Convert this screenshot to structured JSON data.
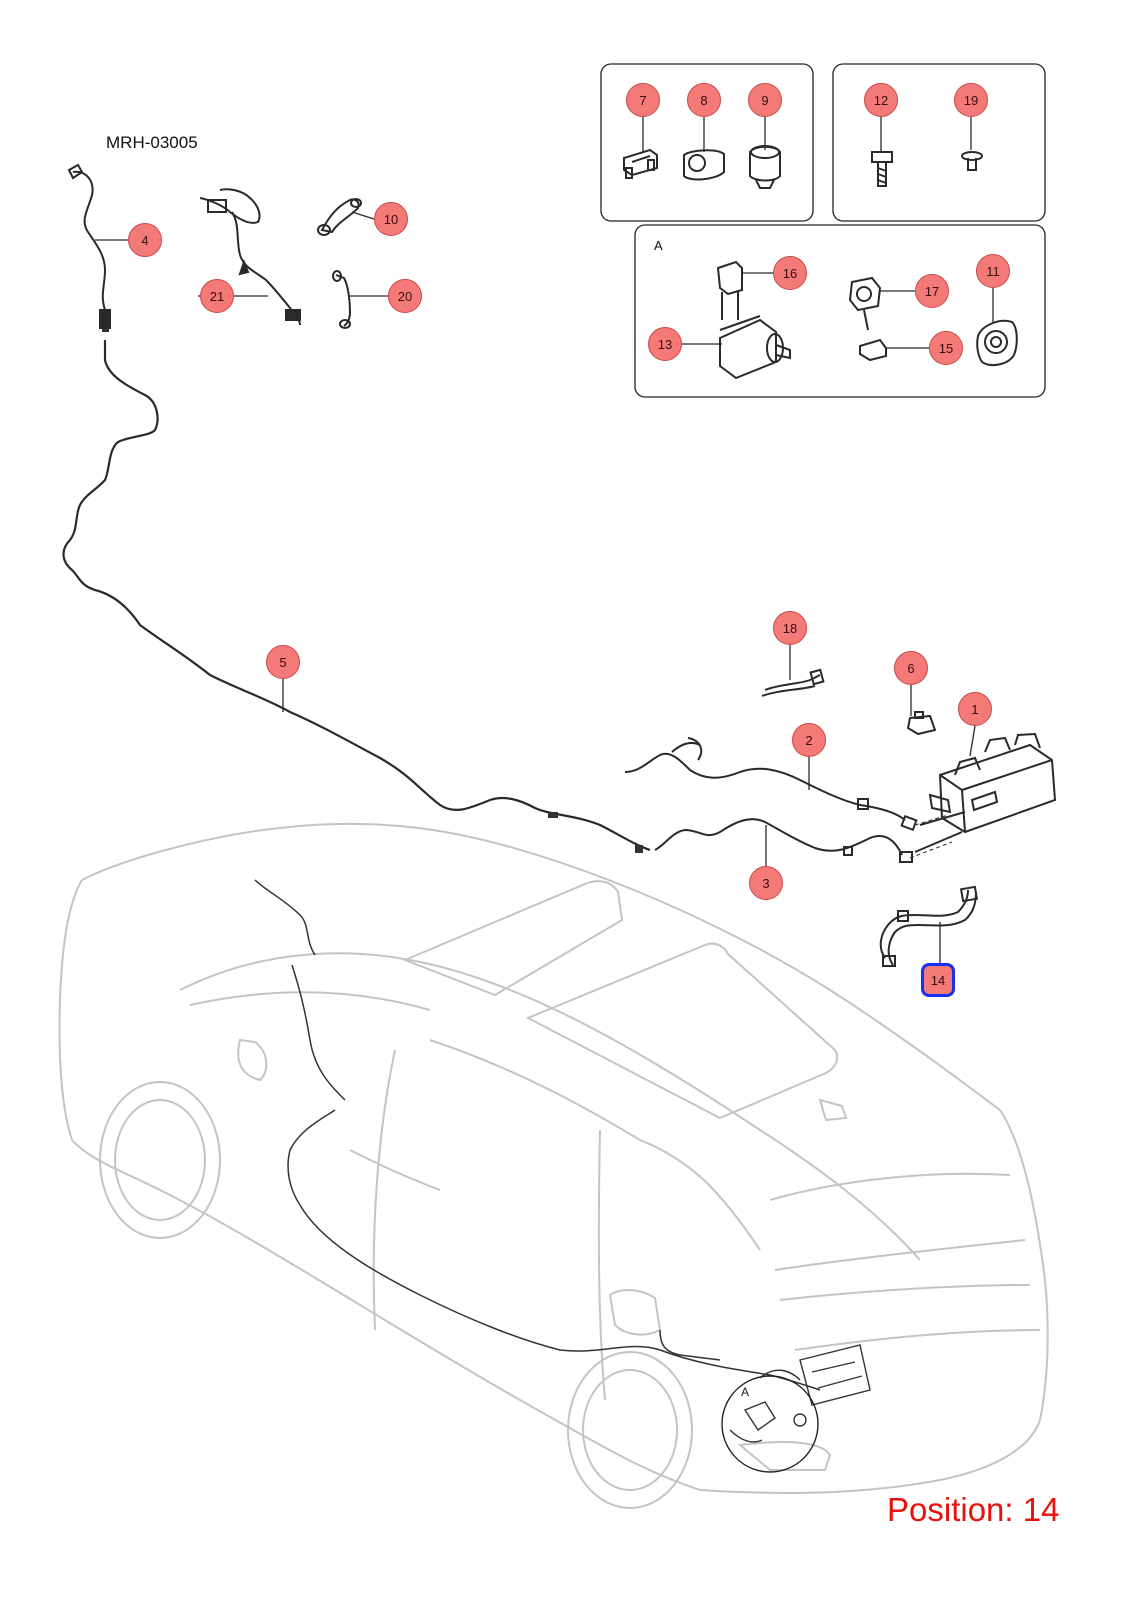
{
  "diagram": {
    "code": "MRH-03005",
    "detail_label": "A",
    "position_readout": "Position: 14",
    "selected_position": "14",
    "colors": {
      "callout_fill": "#f47a78",
      "callout_border": "#c84848",
      "selected_border": "#1a2ff0",
      "readout": "#e8120c",
      "line_art": "#2a2a2a",
      "vehicle": "#c4c4c4"
    }
  },
  "callouts": {
    "c1": "1",
    "c2": "2",
    "c3": "3",
    "c4": "4",
    "c5": "5",
    "c6": "6",
    "c7": "7",
    "c8": "8",
    "c9": "9",
    "c10": "10",
    "c11": "11",
    "c12": "12",
    "c13": "13",
    "c14": "14",
    "c15": "15",
    "c16": "16",
    "c17": "17",
    "c18": "18",
    "c19": "19",
    "c20": "20",
    "c21": "21"
  }
}
